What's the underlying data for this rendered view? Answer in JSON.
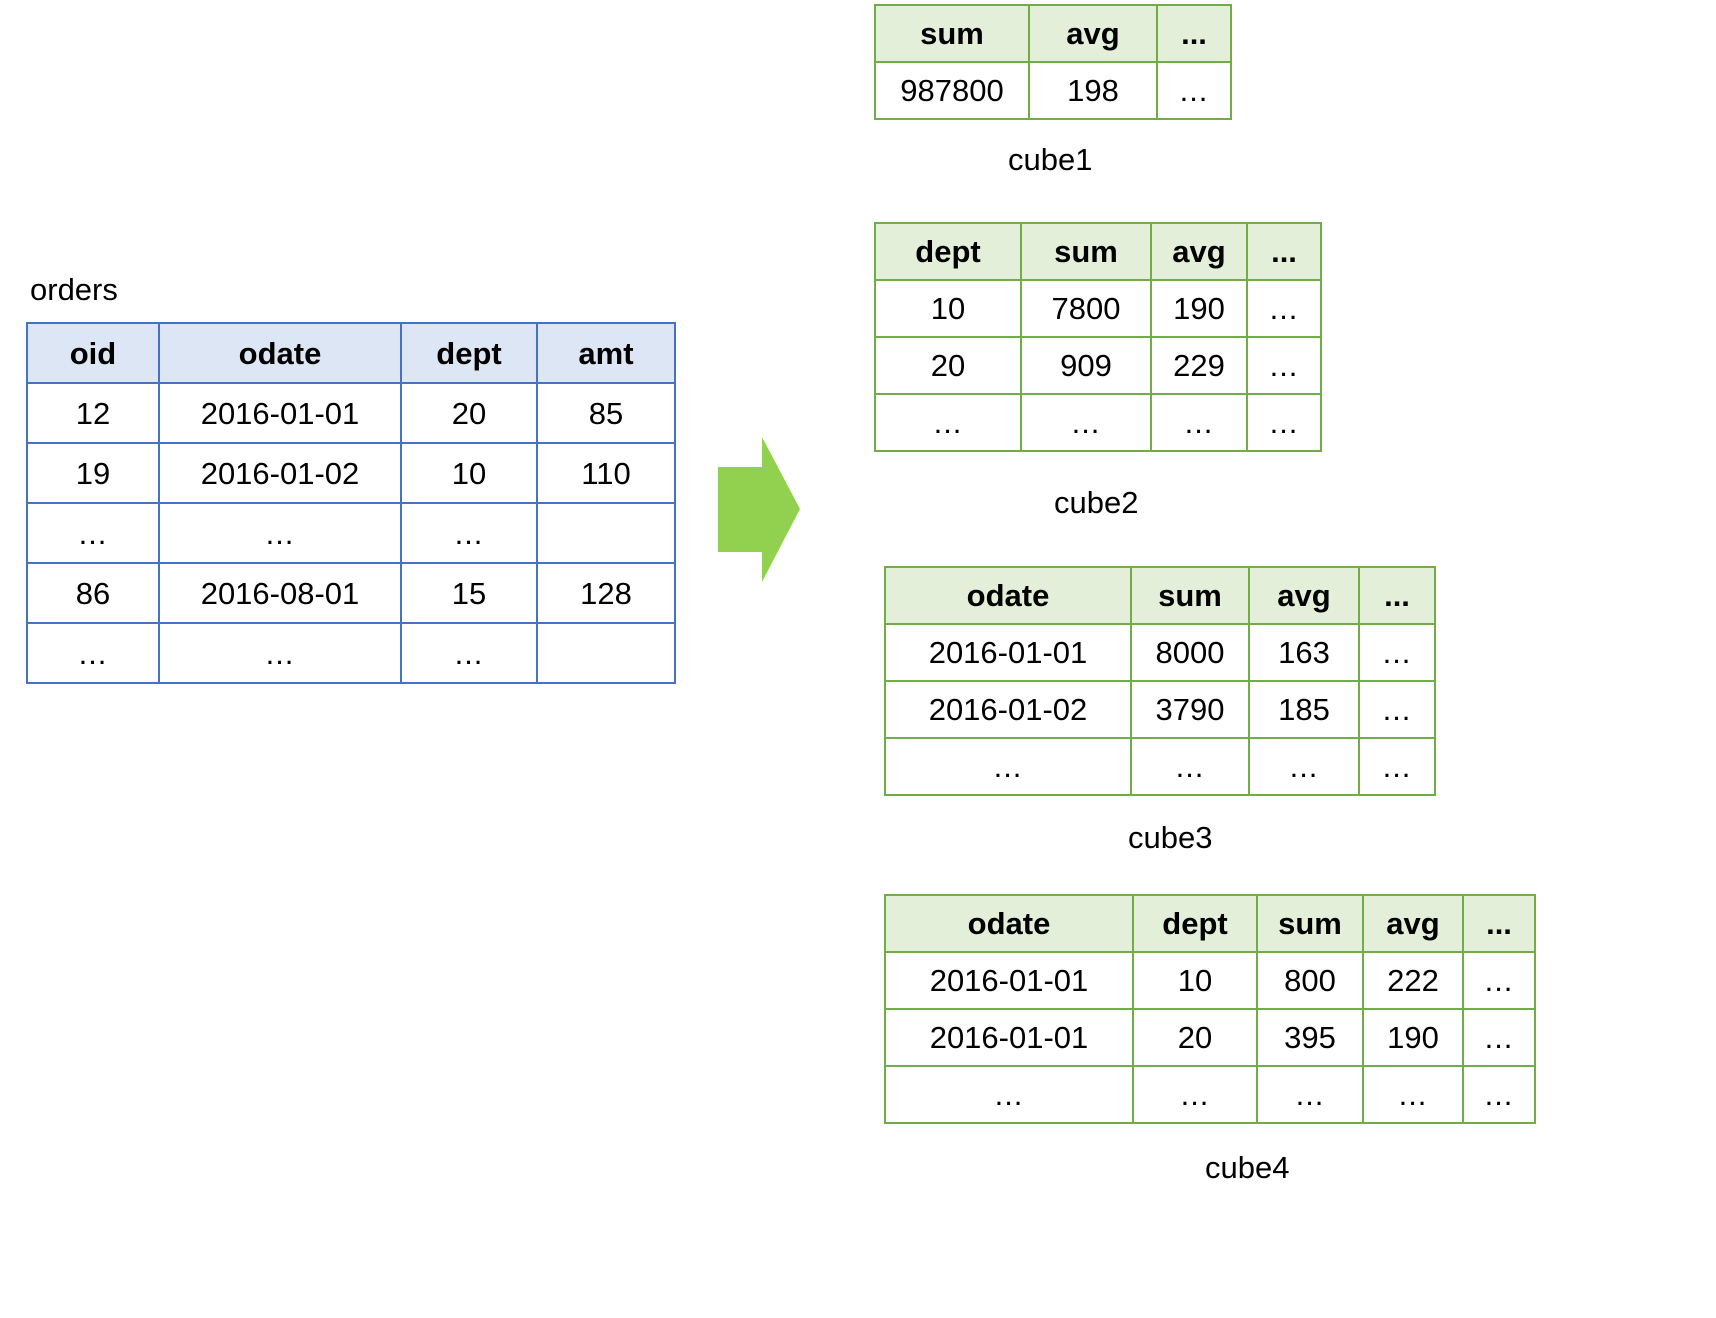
{
  "source": {
    "title": "orders",
    "columns": [
      "oid",
      "odate",
      "dept",
      "amt"
    ],
    "rows": [
      [
        "12",
        "2016-01-01",
        "20",
        "85"
      ],
      [
        "19",
        "2016-01-02",
        "10",
        "110"
      ],
      [
        "...",
        "...",
        "...",
        ""
      ],
      [
        "86",
        "2016-08-01",
        "15",
        "128"
      ],
      [
        "...",
        "...",
        "...",
        ""
      ]
    ]
  },
  "arrow": {
    "name": "right-arrow",
    "color": "#92d050"
  },
  "colors": {
    "source_border": "#4472c4",
    "source_header_fill": "#dce6f4",
    "cube_border": "#70ad47",
    "cube_header_fill": "#e3efd9",
    "arrow_fill": "#92d050"
  },
  "cubes": [
    {
      "caption": "cube1",
      "columns": [
        "sum",
        "avg",
        "..."
      ],
      "rows": [
        [
          "987800",
          "198",
          "..."
        ]
      ]
    },
    {
      "caption": "cube2",
      "columns": [
        "dept",
        "sum",
        "avg",
        "..."
      ],
      "rows": [
        [
          "10",
          "7800",
          "190",
          "..."
        ],
        [
          "20",
          "909",
          "229",
          "..."
        ],
        [
          "...",
          "...",
          "...",
          "..."
        ]
      ]
    },
    {
      "caption": "cube3",
      "columns": [
        "odate",
        "sum",
        "avg",
        "..."
      ],
      "rows": [
        [
          "2016-01-01",
          "8000",
          "163",
          "..."
        ],
        [
          "2016-01-02",
          "3790",
          "185",
          "..."
        ],
        [
          "...",
          "...",
          "...",
          "..."
        ]
      ]
    },
    {
      "caption": "cube4",
      "columns": [
        "odate",
        "dept",
        "sum",
        "avg",
        "..."
      ],
      "rows": [
        [
          "2016-01-01",
          "10",
          "800",
          "222",
          "..."
        ],
        [
          "2016-01-01",
          "20",
          "395",
          "190",
          "..."
        ],
        [
          "...",
          "...",
          "...",
          "...",
          "..."
        ]
      ]
    }
  ]
}
